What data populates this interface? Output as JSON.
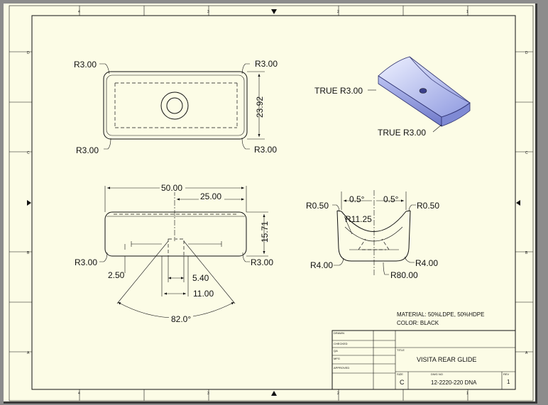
{
  "zones": {
    "top": [
      "4",
      "3",
      "2",
      "1"
    ],
    "bottom": [
      "4",
      "3",
      "2",
      "1"
    ],
    "left": [
      "D",
      "C",
      "B",
      "A"
    ],
    "right": [
      "D",
      "C",
      "B",
      "A"
    ]
  },
  "top_view": {
    "radius_top_left": "R3.00",
    "radius_top_right": "R3.00",
    "radius_bottom_left": "R3.00",
    "radius_bottom_right": "R3.00",
    "height_dim": "23.92"
  },
  "iso_view": {
    "radius_upper": "TRUE R3.00",
    "radius_lower": "TRUE R3.00"
  },
  "front_view": {
    "length_dim": "50.00",
    "half_length_dim": "25.00",
    "height_dim": "15.71",
    "radius_left": "R3.00",
    "radius_right": "R3.00",
    "step_dim": "2.50",
    "slot_inner_dim": "5.40",
    "slot_outer_dim": "11.00",
    "angle_dim": "82.0°"
  },
  "side_view": {
    "angle_left": "0.5°",
    "angle_right": "0.5°",
    "radius_top_left": "R0.50",
    "radius_top_right": "R0.50",
    "radius_saddle": "R11.25",
    "radius_bottom_left": "R4.00",
    "radius_bottom_right": "R4.00",
    "radius_base": "R80.00"
  },
  "notes": {
    "material": "MATERIAL: 50%LDPE, 50%HDPE",
    "color": "COLOR: BLACK"
  },
  "title_block": {
    "drawn_label": "DRAWN",
    "checked_label": "CHECKED",
    "qa_label": "QA",
    "mfg_label": "MFG",
    "approved_label": "APPROVED",
    "title_label": "TITLE",
    "title": "VISITA REAR GLIDE",
    "size_label": "SIZE",
    "size": "C",
    "dwg_no_label": "DWG NO",
    "dwg_no": "12-2220-220 DNA",
    "rev_label": "REV",
    "rev": "1"
  }
}
